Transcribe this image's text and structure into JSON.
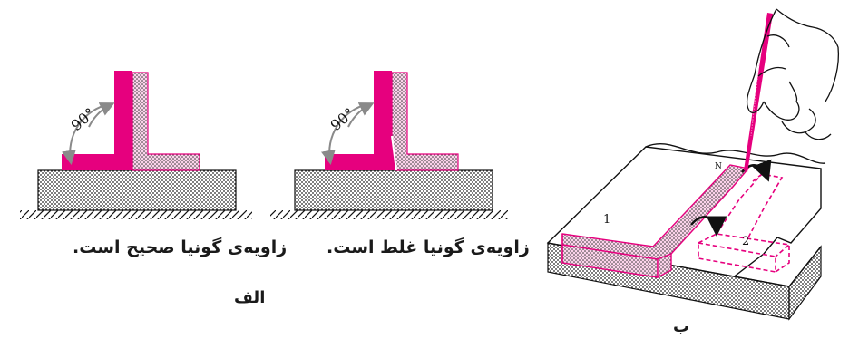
{
  "figure": {
    "panel_a": {
      "label": "الف",
      "correct": {
        "angle_label": "90°",
        "caption": "زاویه‌ی گونیا صحیح است."
      },
      "wrong": {
        "angle_label": "90°",
        "caption": "زاویه‌ی گونیا غلط است."
      }
    },
    "panel_b": {
      "label": "ب",
      "part_labels": {
        "part1": "1",
        "part2": "2",
        "north": "N"
      }
    },
    "colors": {
      "magenta": "#e6007e",
      "dots": "#333333",
      "ink": "#1a1a1a",
      "arrow_gray": "#8a8a8a"
    }
  }
}
